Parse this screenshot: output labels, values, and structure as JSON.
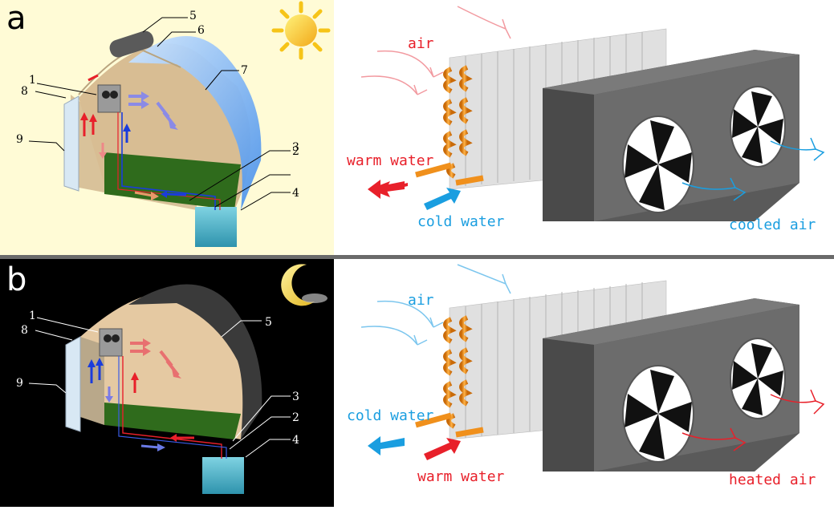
{
  "panels": [
    {
      "letter": "a",
      "numbers": [
        "1",
        "2",
        "3",
        "4",
        "5",
        "6",
        "7",
        "8",
        "9"
      ],
      "labels": {
        "air": "air",
        "warm_water": "warm water",
        "cold_water": "cold water",
        "air_out": "cooled air"
      }
    },
    {
      "letter": "b",
      "numbers": [
        "1",
        "2",
        "3",
        "4",
        "5",
        "8",
        "9"
      ],
      "labels": {
        "air": "air",
        "cold_water": "cold water",
        "warm_water": "warm water",
        "air_out": "heated air"
      }
    }
  ],
  "colors": {
    "day_background": "#fffbd6",
    "night_background": "#000000",
    "warm": "#e8202a",
    "cold": "#1a9ee0",
    "copper": "#f0901c",
    "unit_gray": "#5a5a5a",
    "floor_green": "#2f6b1c",
    "water_tank": "#4fb4c8"
  },
  "icons": [
    "sun-icon",
    "moon-icon",
    "fan-icon",
    "arrow-icon"
  ]
}
